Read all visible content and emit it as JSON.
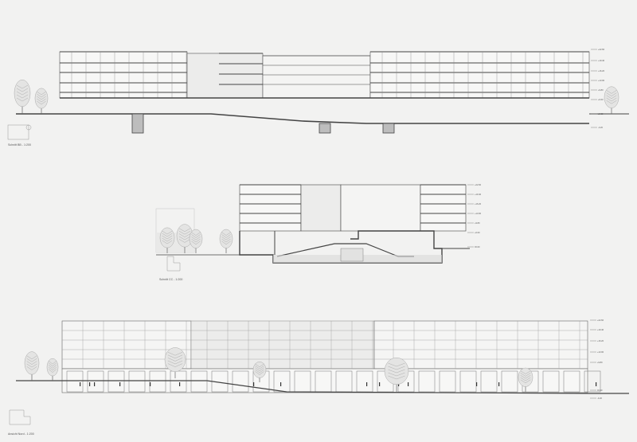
{
  "sheet": {
    "sections": [
      {
        "id": "bb",
        "caption": "Schnitt BB - 1:200",
        "levels": [
          "+22.60",
          "+19.40",
          "+16.20",
          "+13.00",
          "+9.80",
          "+6.60",
          "±0.00",
          "-3.20"
        ]
      },
      {
        "id": "cc",
        "caption": "Schnitt CC - 1:200",
        "levels": [
          "+22.60",
          "+19.40",
          "+16.20",
          "+13.00",
          "+9.80",
          "+6.60",
          "±0.00"
        ]
      },
      {
        "id": "ansicht",
        "caption": "Ansicht Nord - 1:200",
        "levels": [
          "+22.60",
          "+19.40",
          "+16.20",
          "+13.00",
          "+9.80",
          "±0.00",
          "-3.20"
        ]
      }
    ]
  }
}
